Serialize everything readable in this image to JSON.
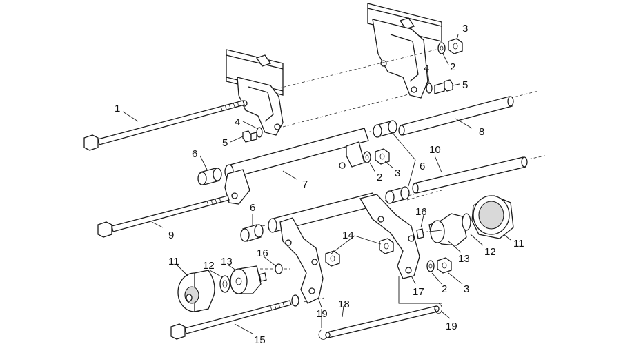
{
  "callouts": [
    {
      "id": "c1",
      "text": "1"
    },
    {
      "id": "c2a",
      "text": "2"
    },
    {
      "id": "c2b",
      "text": "2"
    },
    {
      "id": "c2c",
      "text": "2"
    },
    {
      "id": "c3a",
      "text": "3"
    },
    {
      "id": "c3b",
      "text": "3"
    },
    {
      "id": "c3c",
      "text": "3"
    },
    {
      "id": "c4a",
      "text": "4"
    },
    {
      "id": "c4b",
      "text": "4"
    },
    {
      "id": "c5a",
      "text": "5"
    },
    {
      "id": "c5b",
      "text": "5"
    },
    {
      "id": "c6a",
      "text": "6"
    },
    {
      "id": "c6b",
      "text": "6"
    },
    {
      "id": "c6c",
      "text": "6"
    },
    {
      "id": "c7",
      "text": "7"
    },
    {
      "id": "c8",
      "text": "8"
    },
    {
      "id": "c9",
      "text": "9"
    },
    {
      "id": "c10",
      "text": "10"
    },
    {
      "id": "c11a",
      "text": "11"
    },
    {
      "id": "c11b",
      "text": "11"
    },
    {
      "id": "c12a",
      "text": "12"
    },
    {
      "id": "c12b",
      "text": "12"
    },
    {
      "id": "c13a",
      "text": "13"
    },
    {
      "id": "c13b",
      "text": "13"
    },
    {
      "id": "c14",
      "text": "14"
    },
    {
      "id": "c15",
      "text": "15"
    },
    {
      "id": "c16a",
      "text": "16"
    },
    {
      "id": "c16b",
      "text": "16"
    },
    {
      "id": "c17",
      "text": "17"
    },
    {
      "id": "c18",
      "text": "18"
    },
    {
      "id": "c19a",
      "text": "19"
    },
    {
      "id": "c19b",
      "text": "19"
    }
  ]
}
